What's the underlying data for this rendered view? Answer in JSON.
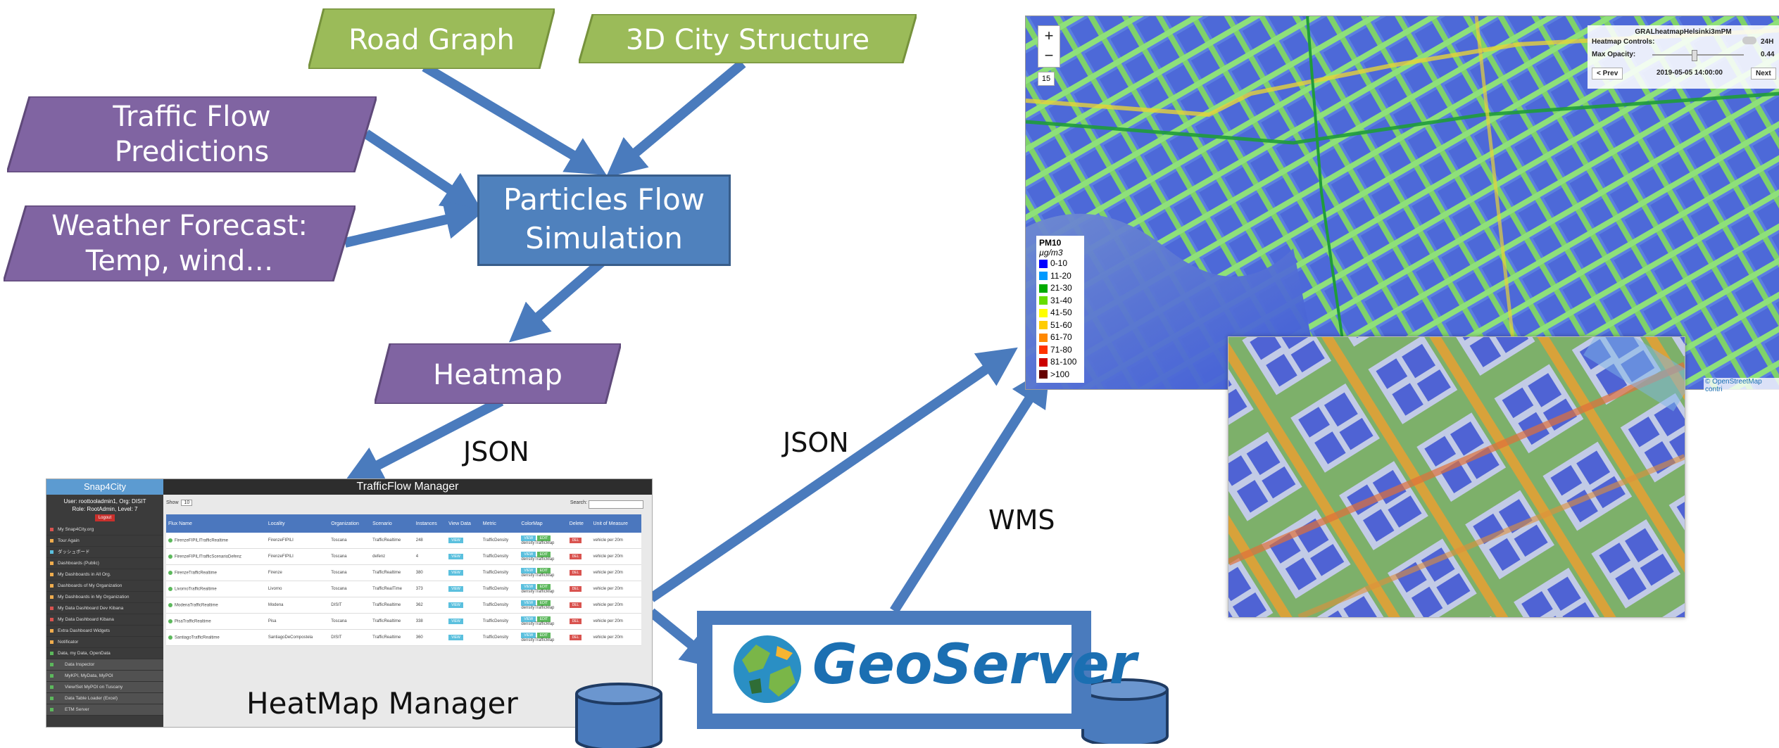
{
  "diagram": {
    "nodes": {
      "road_graph": "Road Graph",
      "city_structure": "3D City Structure",
      "traffic_line1": "Traffic Flow",
      "traffic_line2": "Predictions",
      "weather_line1": "Weather Forecast:",
      "weather_line2": "Temp, wind…",
      "particles_line1": "Particles Flow",
      "particles_line2": "Simulation",
      "heatmap": "Heatmap",
      "geoserver": "GeoServer"
    },
    "edge_labels": {
      "json_left": "JSON",
      "json_right": "JSON",
      "wms": "WMS"
    },
    "captions": {
      "heatmap_manager": "HeatMap Manager"
    },
    "colors": {
      "green": "#9bbb59",
      "purple": "#8064a2",
      "blue_box": "#4f81bd",
      "arrow": "#4a7bbd"
    }
  },
  "manager": {
    "brand": "Snap4City",
    "title": "TrafficFlow Manager",
    "user_line1": "User: roottooladmin1, Org: DISIT",
    "user_line2": "Role: RootAdmin, Level: 7",
    "logout": "Logout",
    "show_label": "Show",
    "show_value": "10",
    "search_label": "Search:",
    "menu": [
      "My Snap4City.org",
      "Tour Again",
      "ダッシュボード",
      "Dashboards (Public)",
      "My Dashboards in All Org.",
      "Dashboards of My Organization",
      "My Dashboards in My Organization",
      "My Data Dashboard Dev Kibana",
      "My Data Dashboard Kibana",
      "Extra Dashboard Widgets",
      "Notificator",
      "Data, my Data, OpenData"
    ],
    "submenu": [
      "Data Inspector",
      "MyKPI, MyData, MyPOI",
      "View/Set MyPOI on Tuscany",
      "Data Table Loader (Excel)",
      "ETM Server"
    ],
    "columns": [
      "Flux Name",
      "Locality",
      "Organization",
      "Scenario",
      "Instances",
      "View Data",
      "Metric",
      "ColorMap",
      "Delete",
      "Unit of Measure"
    ],
    "rows": [
      [
        "FirenzeFIPILITrafficRealtime",
        "FirenzeFIPILI",
        "Toscana",
        "TrafficRealtime",
        "248",
        "VIEW",
        "TrafficDensity",
        "densityTrafficMap",
        "DEL",
        "vehicle per 20m"
      ],
      [
        "FirenzeFIPILITrafficScenarioDefenz",
        "FirenzeFIPILI",
        "Toscana",
        "defenz",
        "4",
        "VIEW",
        "TrafficDensity",
        "densityTrafficMap",
        "DEL",
        "vehicle per 20m"
      ],
      [
        "FirenzeTrafficRealtime",
        "Firenze",
        "Toscana",
        "TrafficRealtime",
        "380",
        "VIEW",
        "TrafficDensity",
        "densityTrafficMap",
        "DEL",
        "vehicle per 20m"
      ],
      [
        "LivornoTrafficRealtime",
        "Livorno",
        "Toscana",
        "TrafficRealTime",
        "373",
        "VIEW",
        "TrafficDensity",
        "densityTrafficMap",
        "DEL",
        "vehicle per 20m"
      ],
      [
        "ModenaTrafficRealtime",
        "Modena",
        "DISIT",
        "TrafficRealtime",
        "362",
        "VIEW",
        "TrafficDensity",
        "densityTrafficMap",
        "DEL",
        "vehicle per 20m"
      ],
      [
        "PisaTrafficRealtime",
        "Pisa",
        "Toscana",
        "TrafficRealtime",
        "338",
        "VIEW",
        "TrafficDensity",
        "densityTrafficMap",
        "DEL",
        "vehicle per 20m"
      ],
      [
        "SantiagoTrafficRealtime",
        "SantiagoDeCompostela",
        "DISIT",
        "TrafficRealtime",
        "360",
        "VIEW",
        "TrafficDensity",
        "densityTrafficMap",
        "DEL",
        "vehicle per 20m"
      ]
    ],
    "edit_label": "EDIT"
  },
  "map": {
    "controls_title": "GRALheatmapHelsinki3mPM",
    "heatmap_controls": "Heatmap Controls:",
    "period": "24H",
    "max_opacity_label": "Max Opacity:",
    "max_opacity_value": "0.44",
    "prev": "< Prev",
    "datetime": "2019-05-05 14:00:00",
    "next": "Next",
    "zoom_in": "+",
    "zoom_out": "−",
    "zoom_level": "15",
    "attribution": "© OpenStreetMap contri",
    "legend_title": "PM10",
    "legend_unit": "µg/m3",
    "legend": [
      {
        "label": "0-10",
        "color": "#0000ff"
      },
      {
        "label": "11-20",
        "color": "#0099ff"
      },
      {
        "label": "21-30",
        "color": "#00aa00"
      },
      {
        "label": "31-40",
        "color": "#66dd00"
      },
      {
        "label": "41-50",
        "color": "#ffff00"
      },
      {
        "label": "51-60",
        "color": "#ffcc00"
      },
      {
        "label": "61-70",
        "color": "#ff8800"
      },
      {
        "label": "71-80",
        "color": "#ff3300"
      },
      {
        "label": "81-100",
        "color": "#cc0000"
      },
      {
        ">100": ">100",
        "label": ">100",
        "color": "#660000"
      }
    ]
  }
}
